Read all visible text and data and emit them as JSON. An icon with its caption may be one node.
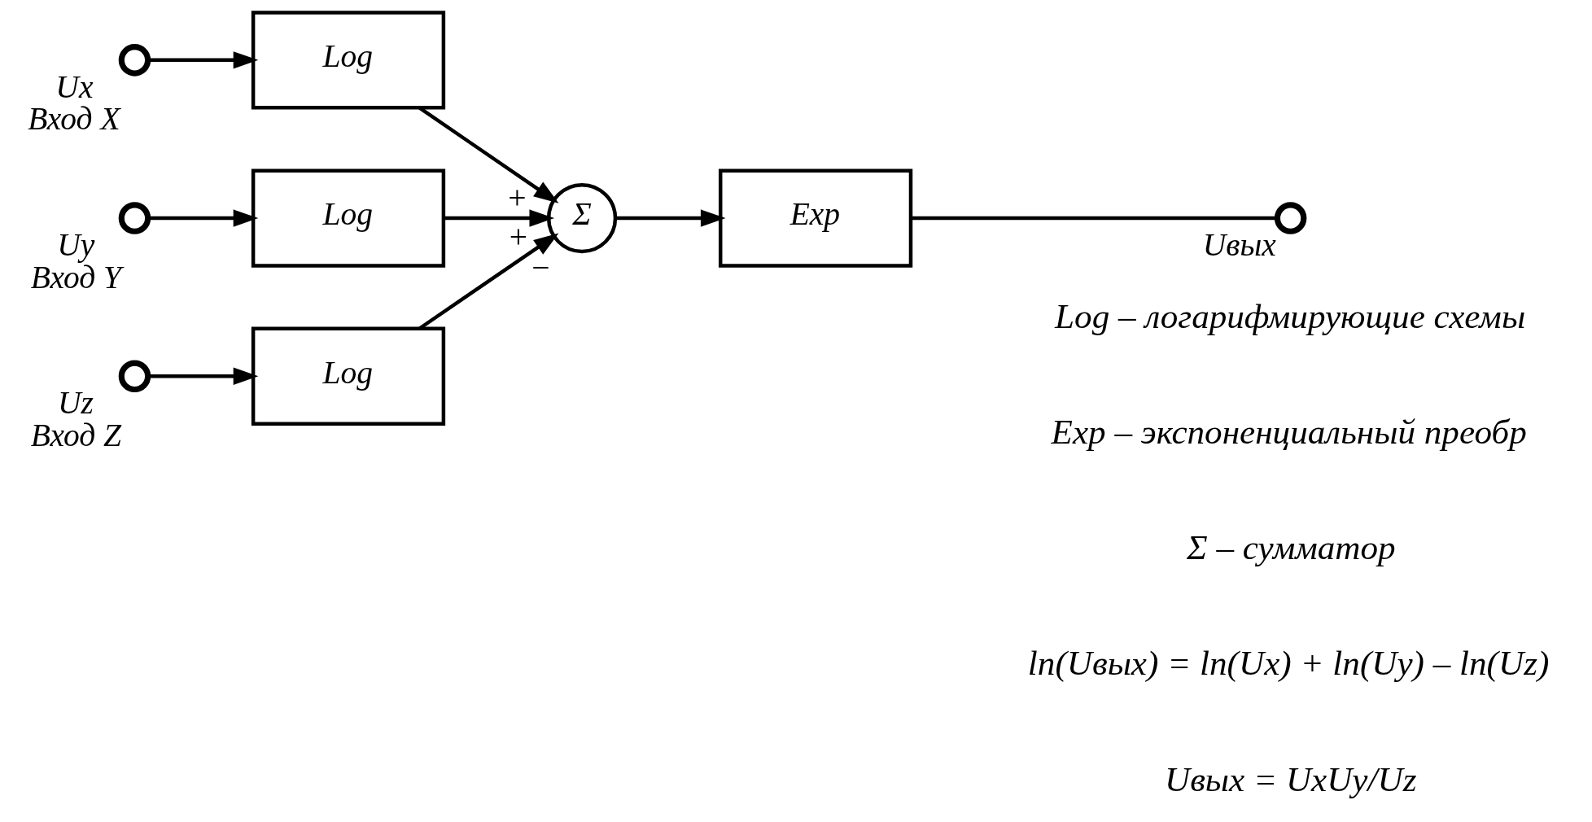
{
  "diagram": {
    "nodes": [
      {
        "text": [],
        "shape": "circle",
        "beside": [
          "Ux",
          "Вход X"
        ]
      },
      {
        "text": [
          "Log"
        ]
      },
      {
        "text": [],
        "shape": "circle",
        "beside": [
          "Uy",
          "Вход Y"
        ]
      },
      {
        "text": [
          "Log"
        ]
      },
      {
        "text": [],
        "shape": "circle",
        "beside": [
          "Uz",
          "Вход Z"
        ]
      },
      {
        "text": [
          "Log"
        ]
      },
      {
        "text": [
          "Σ"
        ]
      },
      {
        "text": [
          "Exp"
        ]
      },
      {
        "text": [],
        "shape": "circle",
        "beside": [
          "Uвых"
        ]
      }
    ],
    "edges": [
      {
        "from": 0,
        "to": 1,
        "arrow": "to"
      },
      {
        "from": 2,
        "to": 3,
        "arrow": "to"
      },
      {
        "from": 4,
        "to": 5,
        "arrow": "to"
      },
      {
        "from": 1,
        "to": 6,
        "arrow": "to",
        "label": "+"
      },
      {
        "from": 3,
        "to": 6,
        "arrow": "to",
        "label": "+"
      },
      {
        "from": 5,
        "to": 6,
        "arrow": "to",
        "label": "−"
      },
      {
        "from": 6,
        "to": 7,
        "arrow": "to"
      },
      {
        "from": 7,
        "to": 8,
        "arrow": "none"
      }
    ],
    "labels": [
      "Log – логарифмирующие схемы",
      "Exp – экспоненциальный преобр",
      "Σ – сумматор",
      "ln(Uвых) = ln(Ux) + ln(Uy) – ln(Uz)",
      "Uвых = UxUy/Uz"
    ]
  }
}
